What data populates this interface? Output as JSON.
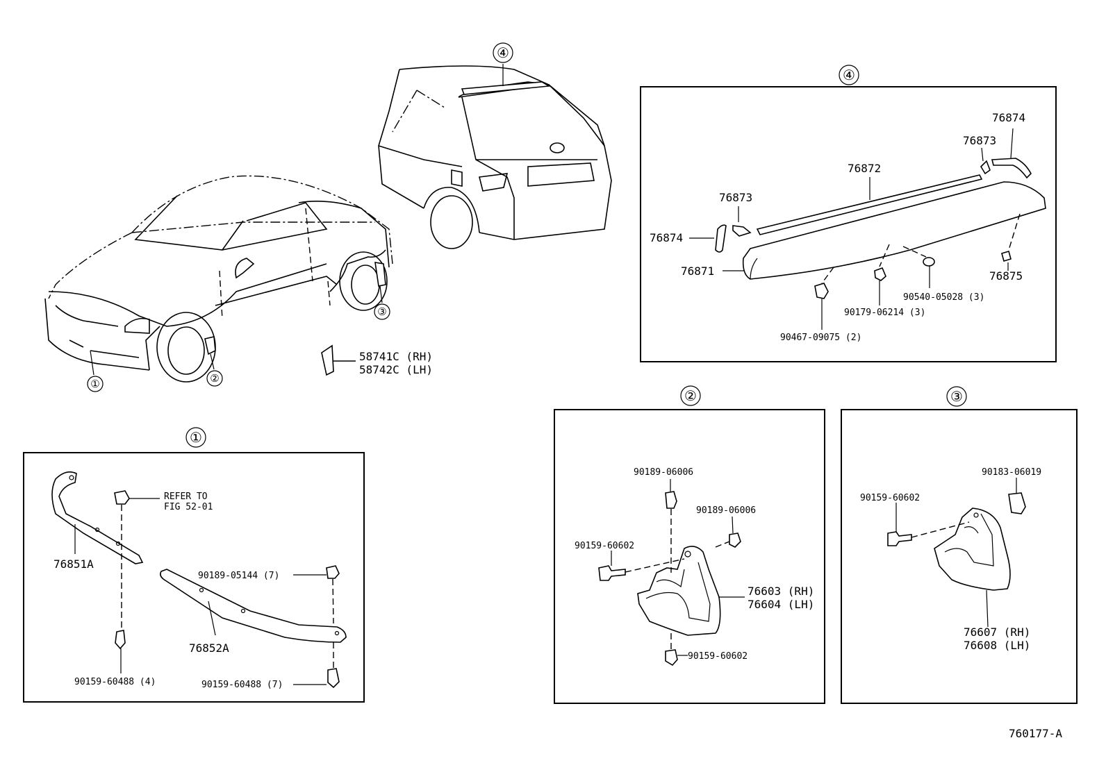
{
  "figure_code": "760177-A",
  "callouts": {
    "one": "①",
    "two": "②",
    "three": "③",
    "four": "④"
  },
  "rocker": {
    "rh": "58741C (RH)",
    "lh": "58742C (LH)"
  },
  "panel4": {
    "spoiler": "76871",
    "pad": "76872",
    "seal_left": "76873",
    "seal_right": "76873",
    "cover_left": "76874",
    "cover_right": "76874",
    "spacer": "76875",
    "nut": "90540-05028 (3)",
    "bolt": "90179-06214 (3)",
    "clip": "90467-09075 (2)"
  },
  "panel1": {
    "front_spoiler_a": "76851A",
    "front_spoiler_b": "76852A",
    "refer_line1": "REFER TO",
    "refer_line2": "FIG 52-01",
    "clip": "90189-05144 (7)",
    "screw_left": "90159-60488 (4)",
    "screw_right": "90159-60488 (7)"
  },
  "panel2": {
    "clip_top": "90189-06006",
    "clip_right": "90189-06006",
    "screw_left": "90159-60602",
    "screw_bottom": "90159-60602",
    "mudguard_rh": "76603 (RH)",
    "mudguard_lh": "76604 (LH)"
  },
  "panel3": {
    "clip": "90183-06019",
    "screw": "90159-60602",
    "mudguard_rh": "76607 (RH)",
    "mudguard_lh": "76608 (LH)"
  }
}
